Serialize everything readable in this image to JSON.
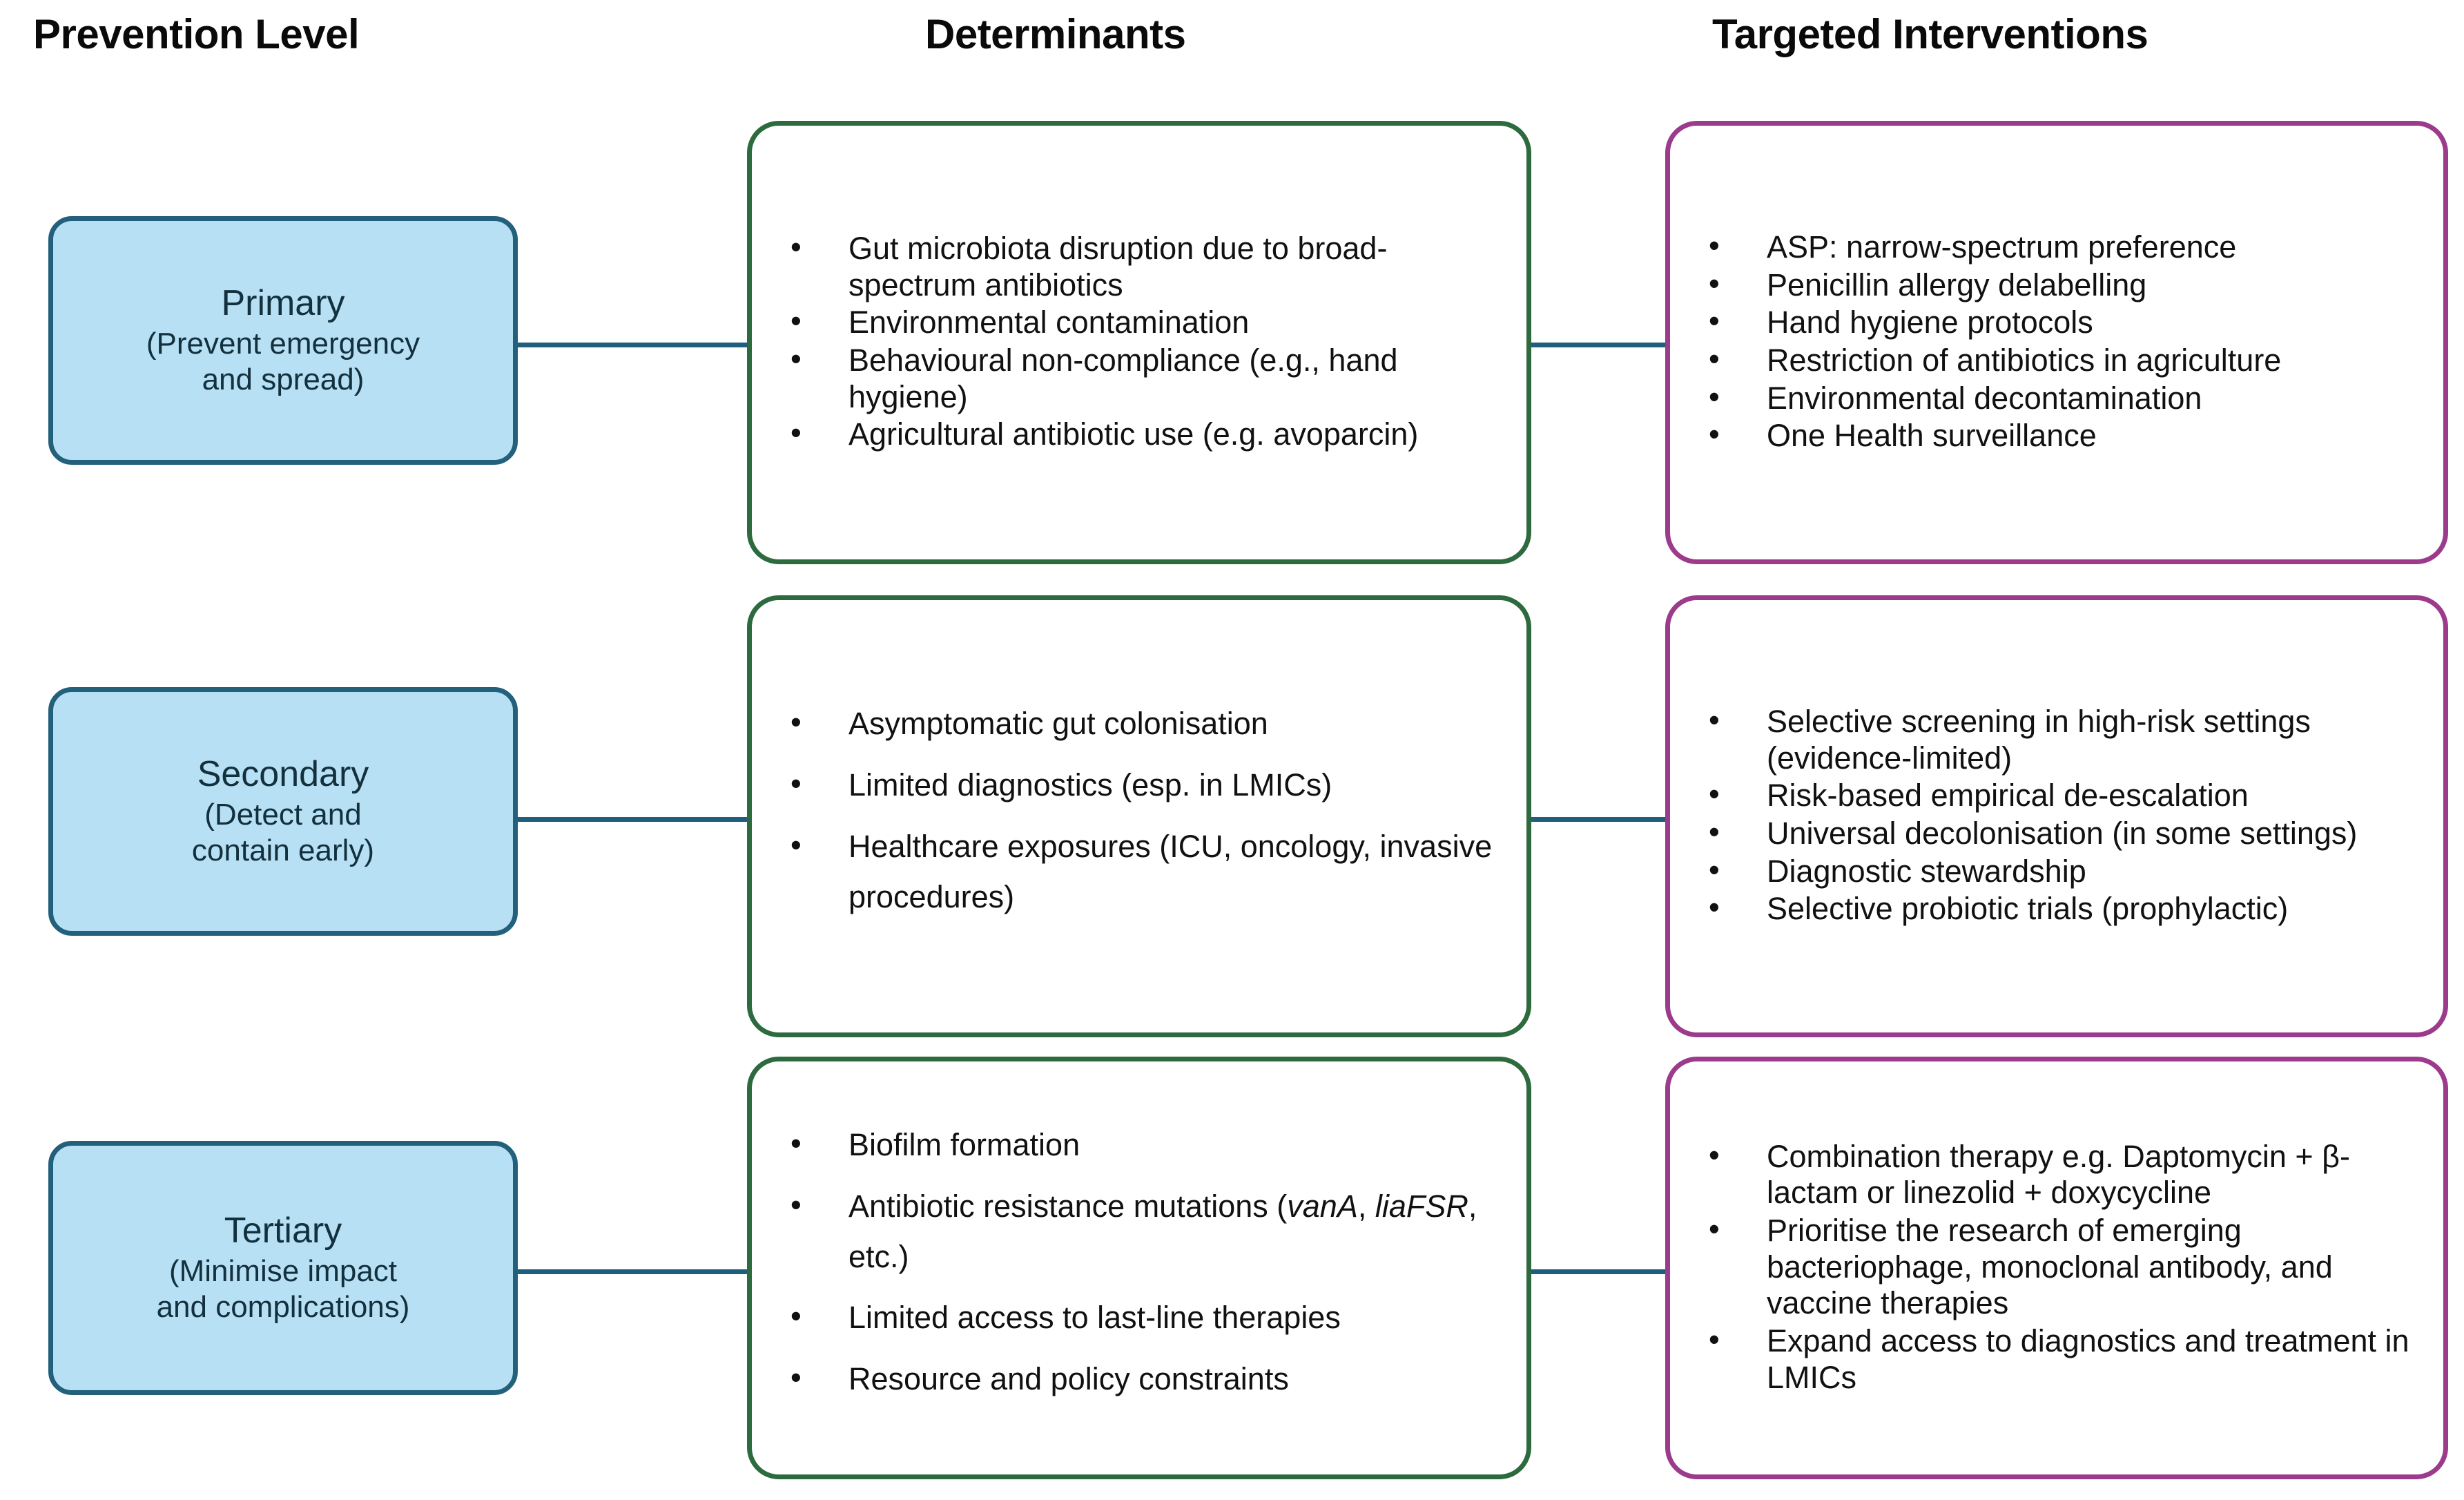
{
  "columns": {
    "prevention": "Prevention Level",
    "determinants": "Determinants",
    "interventions": "Targeted Interventions"
  },
  "colors": {
    "level_fill": "#b8e0f5",
    "level_border": "#23607c",
    "determinants_border": "#2d6a3e",
    "interventions_border": "#9c3a8b",
    "connector": "#1f5f7d",
    "text": "#111111"
  },
  "rows": [
    {
      "level": {
        "title": "Primary",
        "subtitle_lines": [
          "(Prevent emergency",
          "and spread)"
        ]
      },
      "determinants": [
        "Gut microbiota disruption due to broad-spectrum antibiotics",
        "Environmental contamination",
        "Behavioural non-compliance (e.g., hand hygiene)",
        "Agricultural antibiotic use (e.g. avoparcin)"
      ],
      "interventions": [
        "ASP: narrow-spectrum preference",
        "Penicillin allergy delabelling",
        "Hand hygiene protocols",
        "Restriction of antibiotics in agriculture",
        "Environmental decontamination",
        "One Health surveillance"
      ]
    },
    {
      "level": {
        "title": "Secondary",
        "subtitle_lines": [
          "(Detect and",
          "contain early)"
        ]
      },
      "determinants": [
        "Asymptomatic gut colonisation",
        "Limited diagnostics (esp. in LMICs)",
        "Healthcare exposures (ICU, oncology, invasive procedures)"
      ],
      "interventions": [
        "Selective screening in high-risk settings (evidence-limited)",
        "Risk-based empirical de-escalation",
        "Universal decolonisation (in some settings)",
        "Diagnostic stewardship",
        "Selective probiotic trials (prophylactic)"
      ]
    },
    {
      "level": {
        "title": "Tertiary",
        "subtitle_lines": [
          "(Minimise impact",
          "and complications)"
        ]
      },
      "determinants": [
        "Biofilm formation",
        "Antibiotic resistance mutations (vanA, liaFSR, etc.)",
        "Limited access to last-line therapies",
        "Resource and policy constraints"
      ],
      "determinants_italic_terms": [
        "vanA",
        "liaFSR"
      ],
      "interventions": [
        "Combination therapy e.g. Daptomycin + β-lactam or linezolid + doxycycline",
        "Prioritise the research of emerging bacteriophage, monoclonal antibody, and vaccine therapies",
        "Expand access to diagnostics and treatment in LMICs"
      ]
    }
  ]
}
